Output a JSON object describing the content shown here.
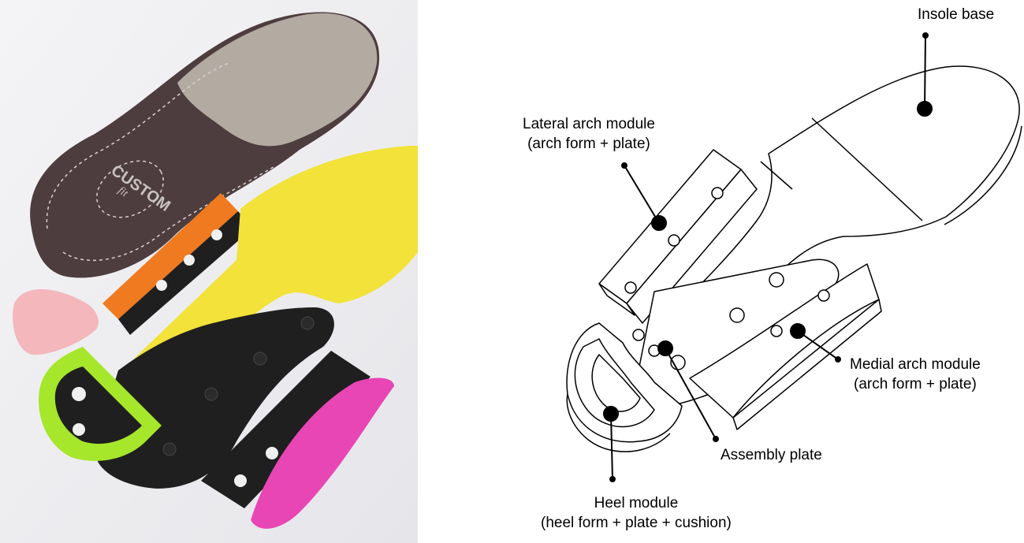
{
  "photo_print": {
    "text": "CUSTOM",
    "sub": "fit"
  },
  "labels": {
    "insole_base": "Insole base",
    "lateral_arch_l1": "Lateral arch module",
    "lateral_arch_l2": "(arch form + plate)",
    "medial_arch_l1": "Medial arch module",
    "medial_arch_l2": "(arch form + plate)",
    "assembly_plate": "Assembly plate",
    "heel_l1": "Heel module",
    "heel_l2": "(heel form + plate + cushion)"
  },
  "colors": {
    "insole_top": "#b3aaa2",
    "insole_body": "#4e3d3f",
    "yellow": "#f2e23a",
    "orange": "#f07a1f",
    "black": "#1f1f1f",
    "pink_light": "#f3b7bc",
    "lime": "#a6e62b",
    "magenta": "#e845b5"
  }
}
